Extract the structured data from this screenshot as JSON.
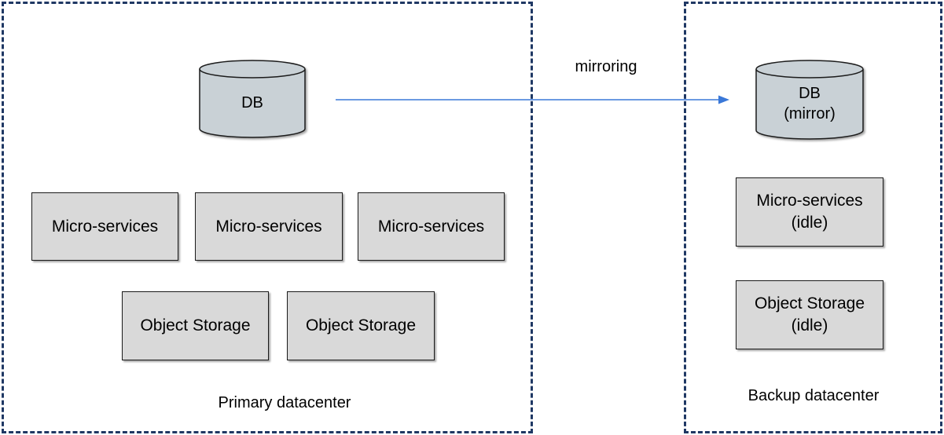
{
  "colors": {
    "datacenter_border": "#1f3864",
    "box_fill": "#d9d9d9",
    "db_fill": "#c9d1d6",
    "arrow": "#3a78d8"
  },
  "primary": {
    "label": "Primary datacenter",
    "db": {
      "label": "DB"
    },
    "microservices": [
      "Micro-services",
      "Micro-services",
      "Micro-services"
    ],
    "object_storage": [
      "Object Storage",
      "Object Storage"
    ]
  },
  "backup": {
    "label": "Backup datacenter",
    "db": {
      "label": "DB\n(mirror)"
    },
    "microservices": {
      "label": "Micro-services\n(idle)"
    },
    "object_storage": {
      "label": "Object Storage\n(idle)"
    }
  },
  "link": {
    "label": "mirroring"
  }
}
